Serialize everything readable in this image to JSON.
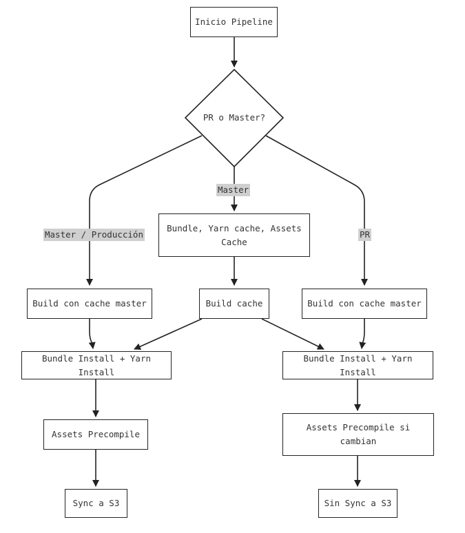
{
  "diagram": {
    "nodes": {
      "start": "Inicio Pipeline",
      "decision": "PR o Master?",
      "cache_step": "Bundle, Yarn cache, Assets Cache",
      "build_left": "Build con cache master",
      "build_cache": "Build cache",
      "build_right": "Build con cache master",
      "install_left": "Bundle Install + Yarn Install",
      "install_right": "Bundle Install + Yarn Install",
      "precompile_left": "Assets Precompile",
      "precompile_right": "Assets Precompile si cambian",
      "sync_left": "Sync a S3",
      "sync_right": "Sin Sync a S3"
    },
    "edge_labels": {
      "master": "Master",
      "master_prod": "Master / Producción",
      "pr": "PR"
    }
  }
}
